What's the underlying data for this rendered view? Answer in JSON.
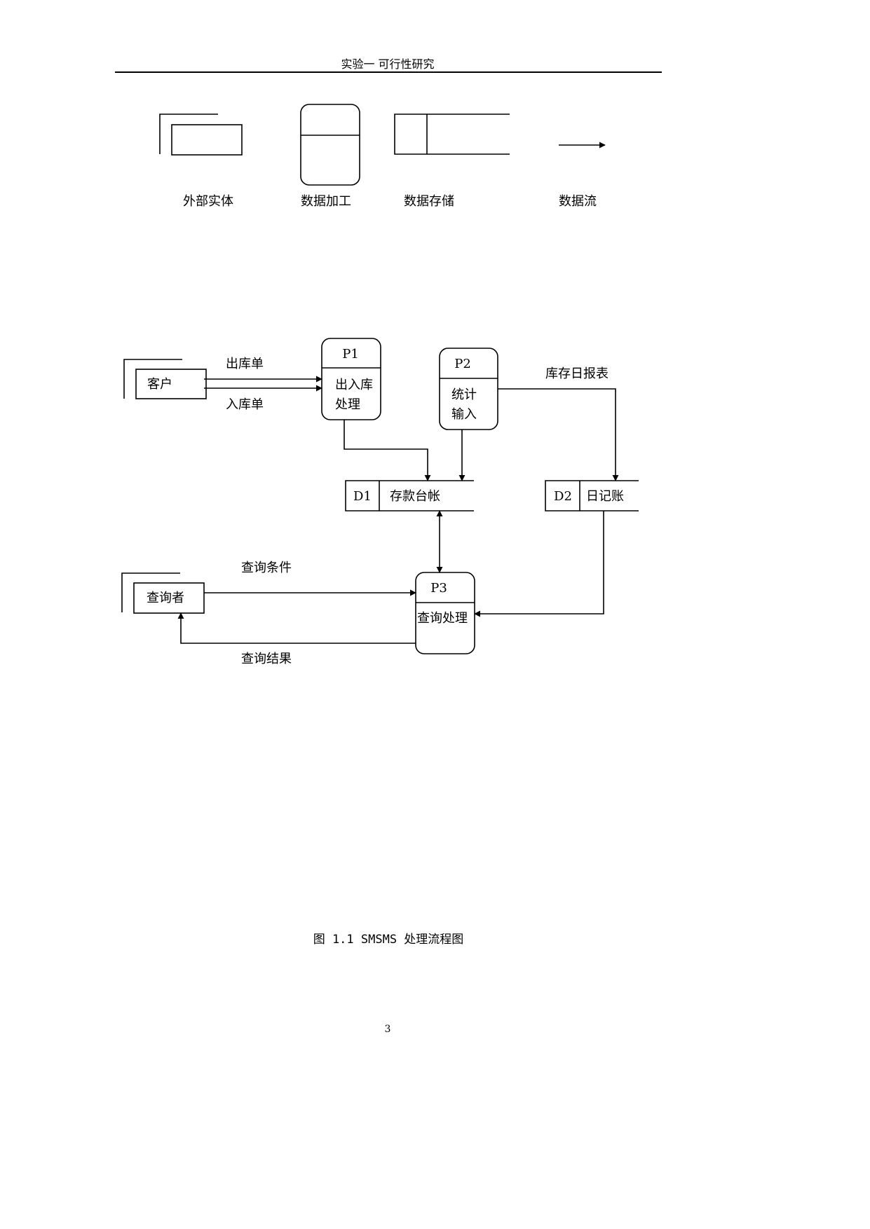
{
  "header": {
    "title": "实验一 可行性研究"
  },
  "legend": {
    "external_entity": "外部实体",
    "process": "数据加工",
    "data_store": "数据存储",
    "data_flow": "数据流"
  },
  "diagram": {
    "entities": {
      "customer": "客户",
      "querier": "查询者"
    },
    "processes": {
      "p1": {
        "id": "P1",
        "name_line1": "出入库",
        "name_line2": "处理"
      },
      "p2": {
        "id": "P2",
        "name_line1": "统计",
        "name_line2": "输入"
      },
      "p3": {
        "id": "P3",
        "name": "查询处理"
      }
    },
    "stores": {
      "d1": {
        "id": "D1",
        "name": "存款台帐"
      },
      "d2": {
        "id": "D2",
        "name": "日记账"
      }
    },
    "flows": {
      "out_slip": "出库单",
      "in_slip": "入库单",
      "daily_report": "库存日报表",
      "query_condition": "查询条件",
      "query_result": "查询结果"
    }
  },
  "caption": "图 1.1 SMSMS 处理流程图",
  "page_number": "3"
}
